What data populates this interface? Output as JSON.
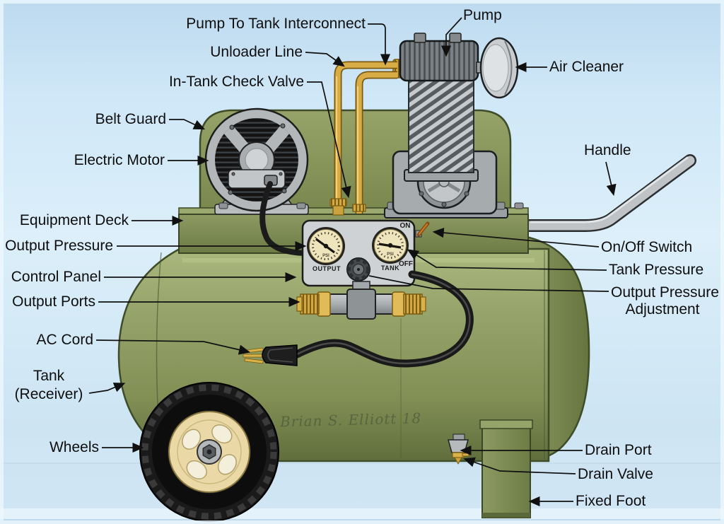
{
  "diagram": {
    "subject": "air compressor parts diagram",
    "watermark": "Brian S. Elliott 18",
    "labels": {
      "pump_to_tank_interconnect": "Pump To Tank Interconnect",
      "unloader_line": "Unloader Line",
      "in_tank_check_valve": "In-Tank Check Valve",
      "belt_guard": "Belt Guard",
      "electric_motor": "Electric Motor",
      "pump": "Pump",
      "air_cleaner": "Air Cleaner",
      "handle": "Handle",
      "equipment_deck": "Equipment Deck",
      "output_pressure": "Output Pressure",
      "control_panel": "Control Panel",
      "output_ports": "Output Ports",
      "ac_cord": "AC Cord",
      "tank_line1": "Tank",
      "tank_line2": "(Receiver)",
      "wheels": "Wheels",
      "on_off_switch": "On/Off Switch",
      "tank_pressure": "Tank Pressure",
      "output_pressure_adjustment_line1": "Output Pressure",
      "output_pressure_adjustment_line2": "Adjustment",
      "drain_port": "Drain Port",
      "drain_valve": "Drain Valve",
      "fixed_foot": "Fixed Foot"
    },
    "control_panel_text": {
      "left_gauge": "OUTPUT",
      "right_gauge": "TANK",
      "switch_on": "ON",
      "switch_off": "OFF",
      "gauge_unit": "PSI"
    },
    "colors": {
      "background_blue": "#cfe6f6",
      "tank_green": "#8e9c63",
      "tank_dark_green": "#68763f",
      "deck_green": "#7d8a52",
      "pipe_gold": "#d2a844",
      "metal_gray": "#b5b9bb",
      "panel_gray": "#ced2d4",
      "gauge_face_cream": "#efe5bd",
      "hose_black": "#1a1a1a",
      "wheel_rim_cream": "#ead9a6",
      "label_text": "#0e0e0e"
    }
  }
}
